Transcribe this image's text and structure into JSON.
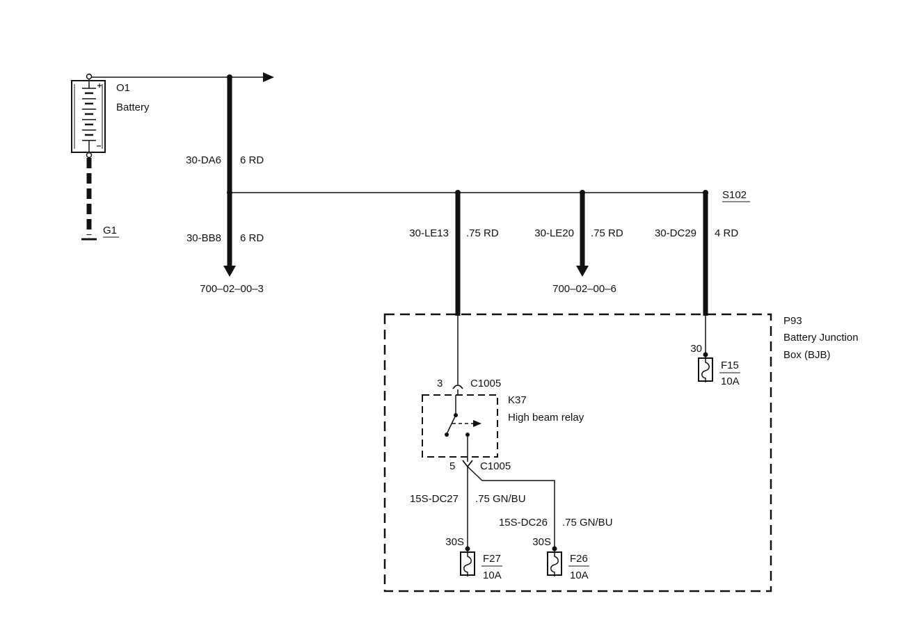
{
  "battery": {
    "id": "O1",
    "name": "Battery"
  },
  "ground": {
    "id": "G1"
  },
  "wires": {
    "da6": {
      "circuit": "30-DA6",
      "spec": "6 RD"
    },
    "bb8": {
      "circuit": "30-BB8",
      "spec": "6 RD",
      "ref": "700–02–00–3"
    },
    "le13": {
      "circuit": "30-LE13",
      "spec": ".75 RD"
    },
    "le20": {
      "circuit": "30-LE20",
      "spec": ".75 RD",
      "ref": "700–02–00–6"
    },
    "dc29": {
      "circuit": "30-DC29",
      "spec": "4 RD"
    },
    "dc27": {
      "circuit": "15S-DC27",
      "spec": ".75 GN/BU"
    },
    "dc26": {
      "circuit": "15S-DC26",
      "spec": ".75 GN/BU"
    }
  },
  "splice": {
    "id": "S102"
  },
  "junction_box": {
    "id": "P93",
    "name_line1": "Battery Junction",
    "name_line2": "Box (BJB)"
  },
  "relay": {
    "id": "K37",
    "name": "High beam relay",
    "pin_in": "3",
    "pin_out": "5",
    "connector_in": "C1005",
    "connector_out": "C1005"
  },
  "fuses": {
    "f15": {
      "id": "F15",
      "rating": "10A",
      "pin": "30"
    },
    "f27": {
      "id": "F27",
      "rating": "10A",
      "pin": "30S"
    },
    "f26": {
      "id": "F26",
      "rating": "10A",
      "pin": "30S"
    }
  },
  "colors": {
    "ink": "#111111",
    "background": "#ffffff"
  }
}
